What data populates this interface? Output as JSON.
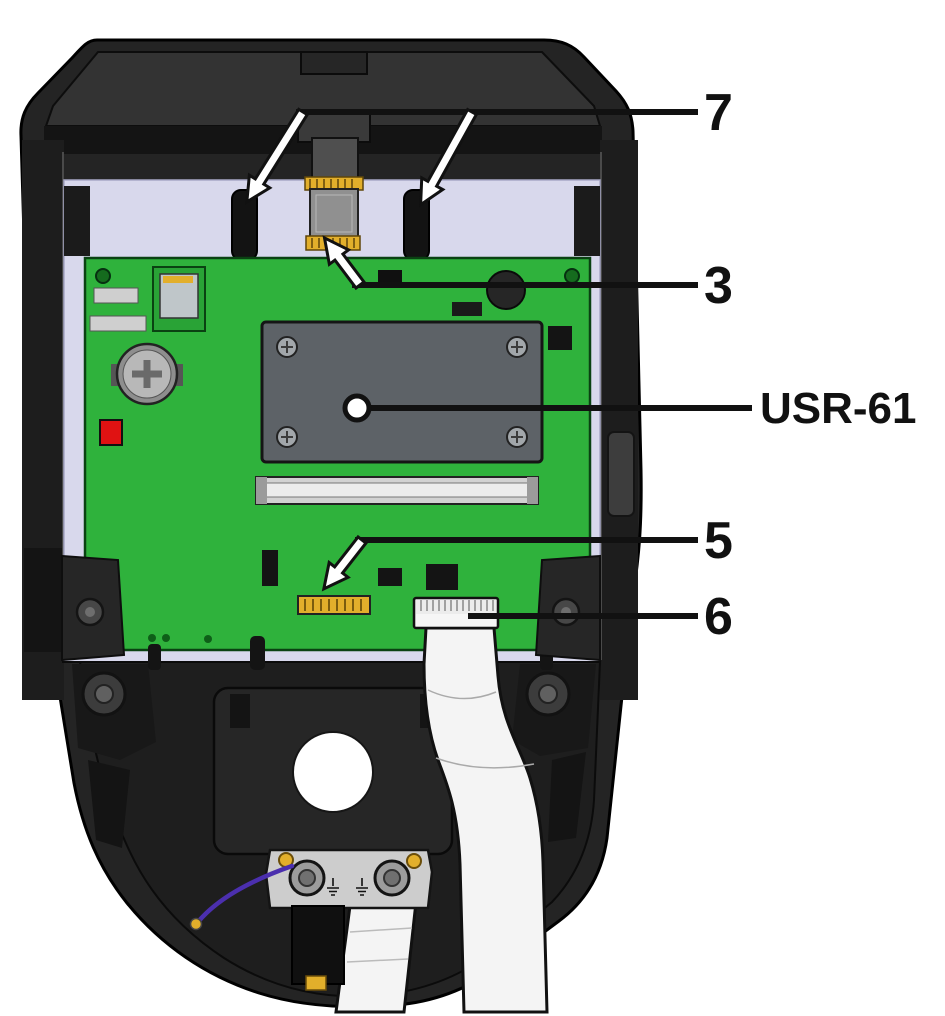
{
  "callouts": {
    "guide_posts": {
      "label": "7"
    },
    "card_contact_station": {
      "label": "3"
    },
    "main_board": {
      "label": "USR-61"
    },
    "board_connector": {
      "label": "5"
    },
    "ribbon_cable_connector": {
      "label": "6"
    }
  },
  "colors": {
    "pcb_green": "#2fb23c",
    "connector_gold": "#e2af2b",
    "module_gray": "#5d6267",
    "interior_lavender": "#d8d8ec",
    "ribbon_white": "#f4f4f4",
    "component_red": "#e01212",
    "wire_purple": "#4b2fae",
    "callout_ink": "#111111"
  }
}
